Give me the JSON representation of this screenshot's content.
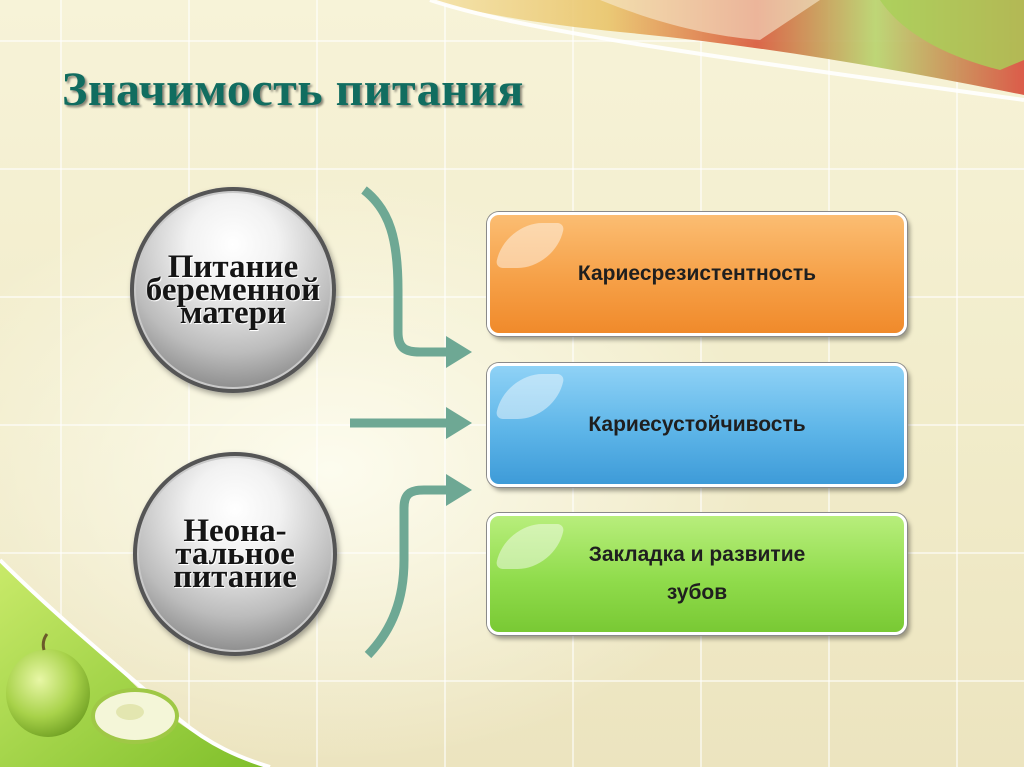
{
  "slide": {
    "title": "Значимость питания",
    "spheres": {
      "maternal": [
        "Питание",
        "беременной",
        "матери"
      ],
      "neonatal": [
        "Неона-",
        "тальное",
        "питание"
      ]
    },
    "outcomes": {
      "caries_resistance": "Кариесрезистентность",
      "caries_stability": "Кариесустойчивость",
      "teeth_development": [
        "Закладка и развитие",
        "зубов"
      ]
    }
  },
  "colors": {
    "title": "#116d60",
    "arrow": "#6ea894",
    "card_orange": "#f6a047",
    "card_blue": "#5db5e8",
    "card_green": "#90dc4c"
  }
}
